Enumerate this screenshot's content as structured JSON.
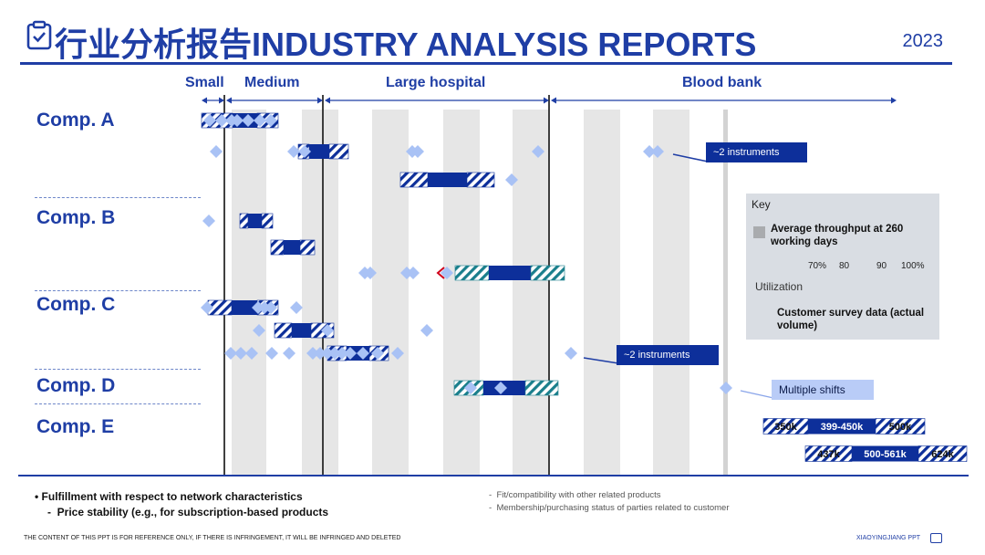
{
  "header": {
    "title": "行业分析报告INDUSTRY ANALYSIS REPORTS",
    "year": "2023"
  },
  "categories": [
    "Small",
    "Medium",
    "Large hospital",
    "Blood bank"
  ],
  "companies": [
    "Comp. A",
    "Comp. B",
    "Comp. C",
    "Comp. D",
    "Comp. E"
  ],
  "callouts": {
    "instruments_1": "~2 instruments",
    "instruments_2": "~2 instruments",
    "multiple_shifts": "Multiple shifts"
  },
  "key": {
    "title": "Key",
    "average_label": "Average throughput at 260 working days",
    "ticks": [
      "70%",
      "80",
      "90",
      "100%"
    ],
    "utilization_label": "Utilization",
    "survey_label": "Customer survey data (actual volume)"
  },
  "comp_e_ranges": [
    {
      "low": "350k",
      "mid": "399-450k",
      "high": "500k"
    },
    {
      "low": "437k",
      "mid": "500-561k",
      "high": "624k"
    }
  ],
  "footer_notes": {
    "bullet_main": "Fulfillment with respect to network characteristics",
    "bullet_sub": "Price stability (e.g., for subscription-based products",
    "note1": "Fit/compatibility with other related products",
    "note2": "Membership/purchasing status of parties related to customer",
    "disclaimer": "THE CONTENT OF THIS PPT IS FOR REFERENCE ONLY, IF THERE IS INFRINGEMENT, IT WILL BE INFRINGED AND DELETED",
    "brand": "XIAOYINGJIANG PPT"
  },
  "colors": {
    "brand_blue": "#1f3ea5",
    "bar_dark": "#0d2f9a",
    "bar_teal": "#1a7f8c",
    "diamond": "#a9c2f5",
    "column_shade": "#e6e6e6",
    "alert_red": "#d0021b"
  },
  "chart_data": {
    "type": "table",
    "note": "Per-company utilization bars (hatched ends = low/high, solid = core range) and customer survey diamonds across customer categories; exact axis values not printed except Comp. E ranges.",
    "categories": [
      "Small",
      "Medium",
      "Large hospital",
      "Blood bank"
    ],
    "rows": [
      "Comp. A",
      "Comp. B",
      "Comp. C",
      "Comp. D",
      "Comp. E"
    ],
    "comp_e": [
      {
        "low": "350k",
        "range": "399-450k",
        "high": "500k"
      },
      {
        "low": "437k",
        "range": "500-561k",
        "high": "624k"
      }
    ],
    "legend": {
      "utilization_ticks": [
        "70%",
        "80",
        "90",
        "100%"
      ],
      "series": [
        "Average throughput at 260 working days",
        "Utilization",
        "Customer survey data (actual volume)"
      ]
    }
  }
}
